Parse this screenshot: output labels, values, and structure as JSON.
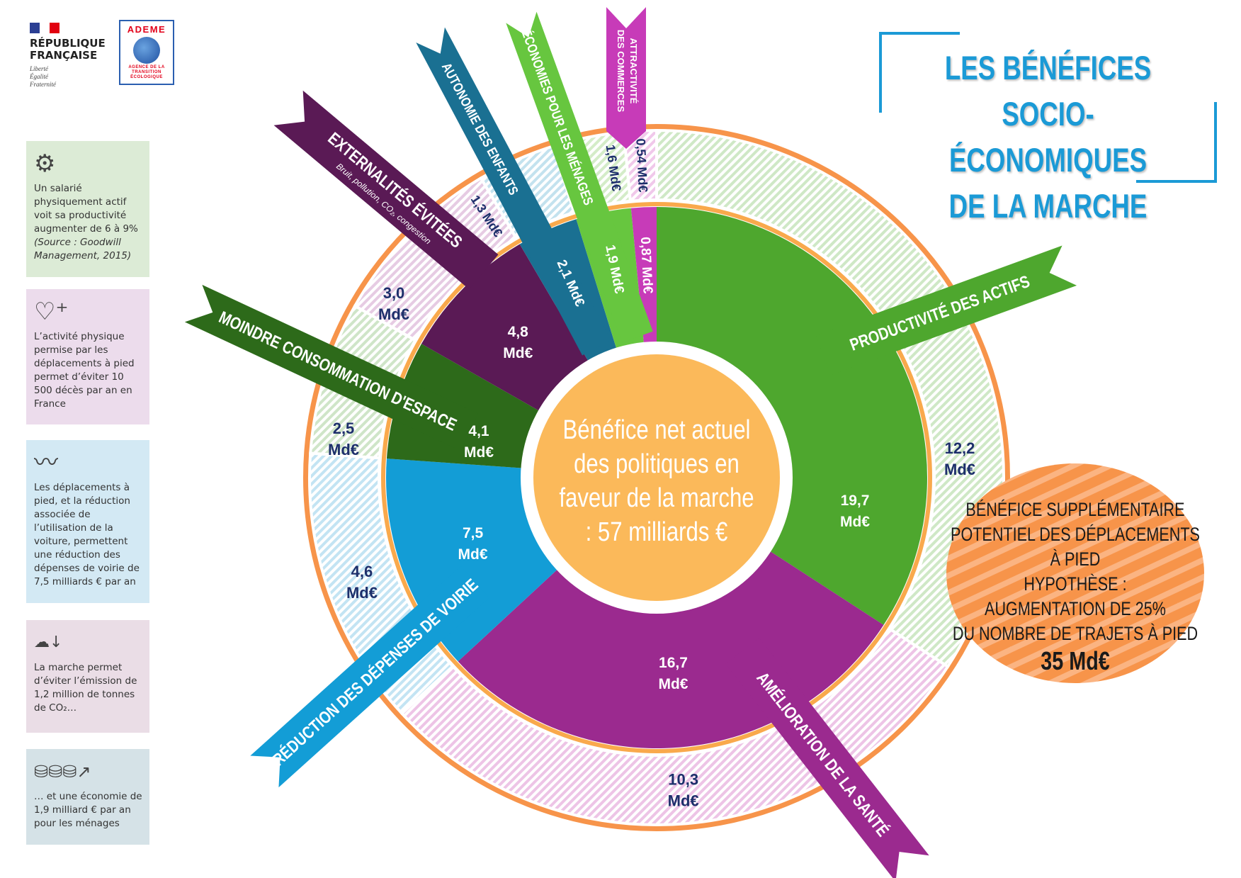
{
  "logos": {
    "republique": {
      "name_line1": "RÉPUBLIQUE",
      "name_line2": "FRANÇAISE",
      "motto": [
        "Liberté",
        "Égalité",
        "Fraternité"
      ]
    },
    "ademe": {
      "name": "ADEME",
      "subtitle": [
        "AGENCE DE LA",
        "TRANSITION",
        "ÉCOLOGIQUE"
      ]
    }
  },
  "title": {
    "lines": [
      "LES BÉNÉFICES",
      "SOCIO-ÉCONOMIQUES",
      "DE LA MARCHE"
    ],
    "color": "#1b9ad6"
  },
  "info_boxes": [
    {
      "icon": "worker-gears-icon",
      "text": "Un salarié physiquement actif voit sa productivité augmenter de 6 à 9%",
      "source": "(Source : Goodwill Management, 2015)",
      "bg": "#dcebd6"
    },
    {
      "icon": "heart-plus-icon",
      "text": "L’activité physique permise par les déplacements à pied permet d’éviter 10 500 décès par an en France",
      "bg": "#ecdcec"
    },
    {
      "icon": "road-icon",
      "text": "Les déplacements à pied, et la réduction associée de l’utilisation de la voiture, permettent une réduction des dépenses de voirie de 7,5 milliards € par an",
      "bg": "#d3e9f4"
    },
    {
      "icon": "co2-cloud-down-icon",
      "text": "La marche permet d’éviter l’émission de 1,2 million de tonnes de CO₂…",
      "bg": "#eadde6"
    },
    {
      "icon": "coins-growth-icon",
      "text": "… et une économie de 1,9 milliard € par an pour les ménages",
      "bg": "#d5e2e7"
    }
  ],
  "center": {
    "lines": [
      "Bénéfice net actuel",
      "des politiques en",
      "faveur de la marche",
      ": 57 milliards €"
    ]
  },
  "bubble": {
    "lines": [
      "BÉNÉFICE SUPPLÉMENTAIRE",
      "POTENTIEL DES DÉPLACEMENTS",
      "À PIED",
      "HYPOTHÈSE :",
      "AUGMENTATION DE 25%",
      "DU NOMBRE DE TRAJETS À PIED"
    ],
    "value": "35 Md€"
  },
  "chart_data": {
    "type": "pie",
    "title": "Bénéfice net actuel des politiques en faveur de la marche : 57 milliards €",
    "unit": "Md€",
    "categories": [
      {
        "key": "productivite",
        "label": "PRODUCTIVITÉ DES ACTIFS",
        "inner": 19.7,
        "inner_label": "19,7 Md€",
        "outer": 12.2,
        "outer_label": "12,2 Md€",
        "color": "#4ea72e",
        "light": "#cfe8c6"
      },
      {
        "key": "sante",
        "label": "AMÉLIORATION DE LA SANTÉ",
        "inner": 16.7,
        "inner_label": "16,7 Md€",
        "outer": 10.3,
        "outer_label": "10,3 Md€",
        "color": "#9b2a8f",
        "light": "#edc4e6"
      },
      {
        "key": "voirie",
        "label": "RÉDUCTION DES DÉPENSES DE VOIRIE",
        "inner": 7.5,
        "inner_label": "7,5 Md€",
        "outer": 4.6,
        "outer_label": "4,6 Md€",
        "color": "#139dd6",
        "light": "#c3e4f3"
      },
      {
        "key": "espace",
        "label": "MOINDRE CONSOMMATION D'ESPACE",
        "inner": 4.1,
        "inner_label": "4,1 Md€",
        "outer": 2.5,
        "outer_label": "2,5 Md€",
        "color": "#2d6a1a",
        "light": "#cfe5c8"
      },
      {
        "key": "externalites",
        "label": "EXTERNALITÉS ÉVITÉES",
        "sublabel": "Bruit, pollution, CO₂, congestion",
        "inner": 4.8,
        "inner_label": "4,8 Md€",
        "outer": 3.0,
        "outer_label": "3,0 Md€",
        "color": "#5a1a55",
        "light": "#e6cbe3"
      },
      {
        "key": "enfants",
        "label": "AUTONOMIE DES ENFANTS",
        "inner": 2.1,
        "inner_label": "2,1 Md€",
        "outer": 1.3,
        "outer_label": "1,3 Md€",
        "color": "#1a7092",
        "light": "#c3e2ee"
      },
      {
        "key": "menages",
        "label": "ÉCONOMIES POUR LES MÉNAGES",
        "inner": 1.9,
        "inner_label": "1,9 Md€",
        "outer": 1.6,
        "outer_label": "1,6 Md€",
        "color": "#67c63f",
        "light": "#d4ecc8"
      },
      {
        "key": "commerces",
        "label": "ATTRACTIVITÉ DES COMMERCES",
        "inner": 0.87,
        "inner_label": "0,87 Md€",
        "outer": 0.54,
        "outer_label": "0,54 Md€",
        "color": "#c73bb8",
        "light": "#f0c8ea"
      }
    ],
    "accent_orange": "#f7944a"
  }
}
